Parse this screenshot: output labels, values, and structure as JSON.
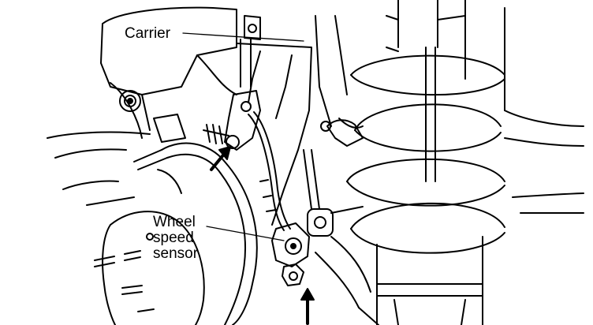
{
  "diagram": {
    "labels": {
      "carrier": "Carrier",
      "wheel_speed_sensor": [
        "Wheel",
        "speed",
        "sensor"
      ]
    },
    "colors": {
      "line": "#000000",
      "background": "#ffffff"
    }
  }
}
